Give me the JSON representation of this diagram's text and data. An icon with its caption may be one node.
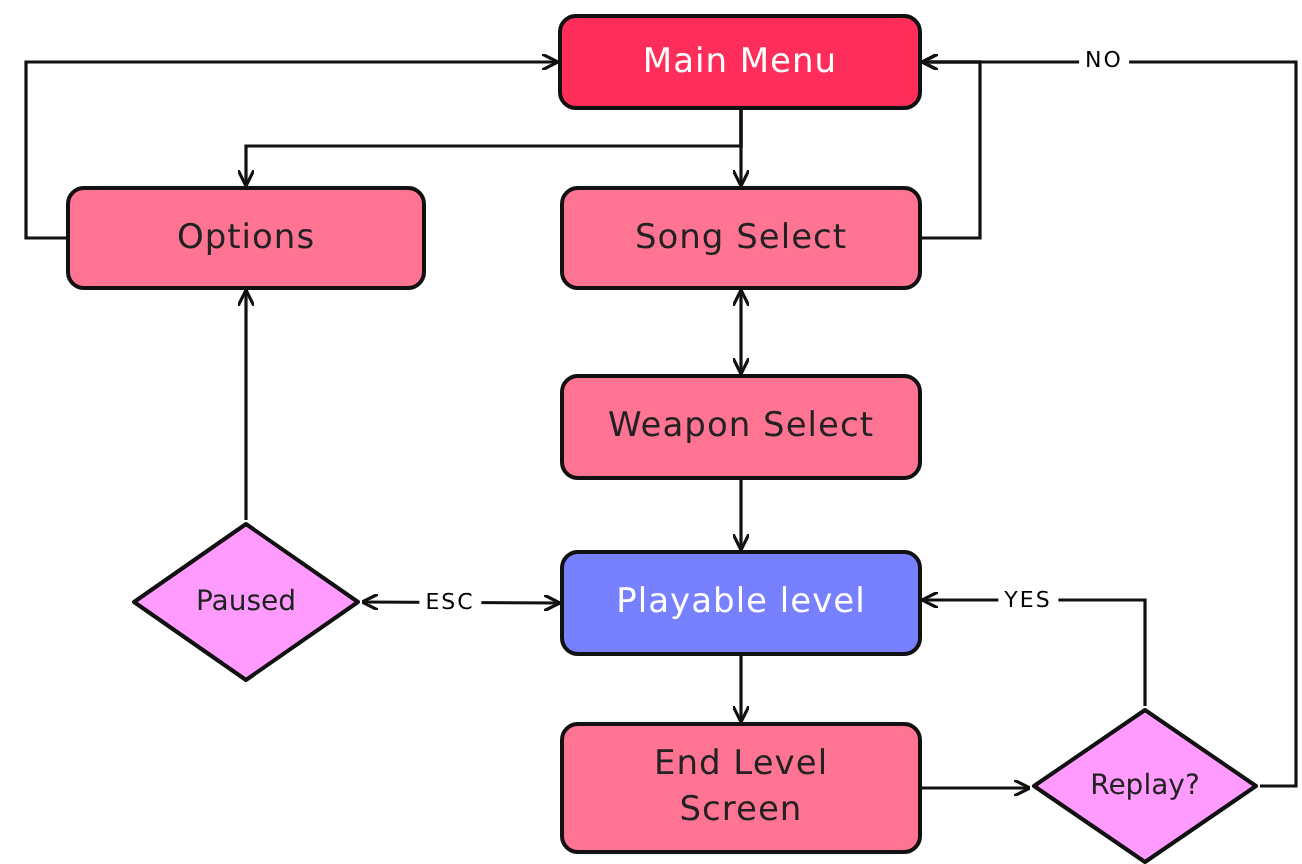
{
  "diagram": {
    "nodes": [
      {
        "text": [
          "Main Menu"
        ]
      },
      {
        "text": [
          "Options"
        ]
      },
      {
        "text": [
          "Song Select"
        ]
      },
      {
        "text": [
          "Weapon Select"
        ]
      },
      {
        "text": [
          "Paused"
        ]
      },
      {
        "text": [
          "Playable level"
        ]
      },
      {
        "text": [
          "End Level Screen"
        ]
      },
      {
        "text": [
          "Replay?"
        ]
      }
    ],
    "edges": [
      {
        "from": 0,
        "to": 1,
        "arrow": "to"
      },
      {
        "from": 0,
        "to": 2,
        "arrow": "to"
      },
      {
        "from": 1,
        "to": 0,
        "arrow": "to"
      },
      {
        "from": 2,
        "to": 0,
        "arrow": "to"
      },
      {
        "from": 7,
        "to": 0,
        "arrow": "to",
        "label": "NO"
      },
      {
        "from": 2,
        "to": 3,
        "arrow": "both"
      },
      {
        "from": 4,
        "to": 1,
        "arrow": "to"
      },
      {
        "from": 3,
        "to": 5,
        "arrow": "to"
      },
      {
        "from": 4,
        "to": 5,
        "arrow": "both",
        "label": "ESC"
      },
      {
        "from": 5,
        "to": 6,
        "arrow": "to"
      },
      {
        "from": 6,
        "to": 7,
        "arrow": "to"
      },
      {
        "from": 7,
        "to": 5,
        "arrow": "to",
        "label": "YES"
      }
    ]
  }
}
